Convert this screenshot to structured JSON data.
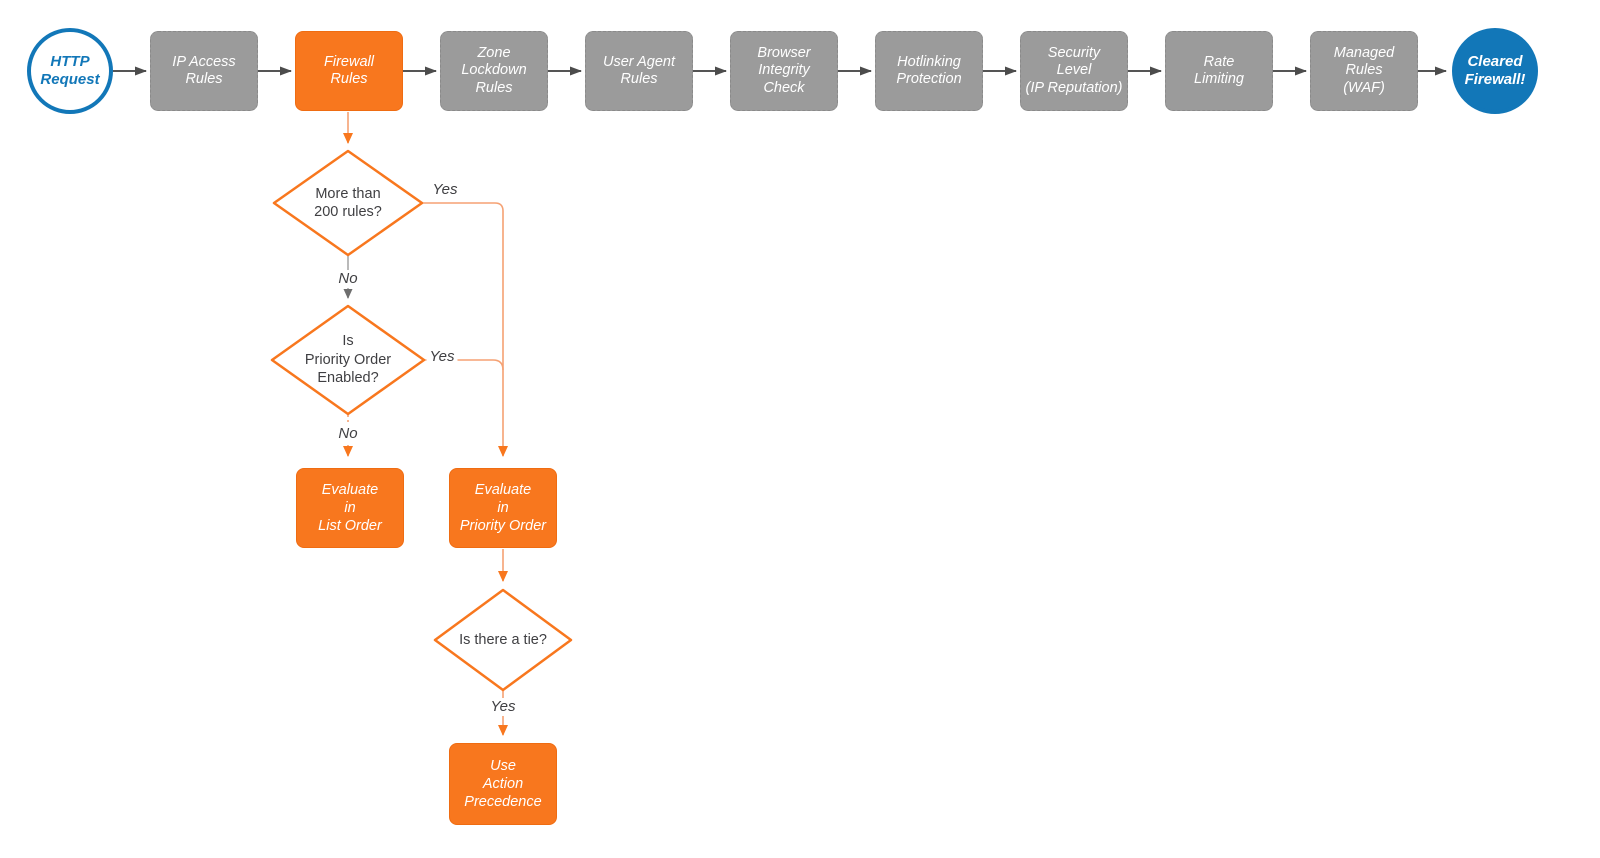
{
  "colors": {
    "accent_orange": "#F8771E",
    "orange_line": "#F5A173",
    "gray_node": "#9B9B9B",
    "blue": "#1277B8",
    "dark_connector": "#555555",
    "text_dark": "#3F3F42"
  },
  "start_node": {
    "label": "HTTP\nRequest"
  },
  "end_node": {
    "label": "Cleared\nFirewall!"
  },
  "pipeline": [
    {
      "label": "IP Access\nRules",
      "highlight": false
    },
    {
      "label": "Firewall\nRules",
      "highlight": true
    },
    {
      "label": "Zone\nLockdown\nRules",
      "highlight": false
    },
    {
      "label": "User Agent\nRules",
      "highlight": false
    },
    {
      "label": "Browser\nIntegrity\nCheck",
      "highlight": false
    },
    {
      "label": "Hotlinking\nProtection",
      "highlight": false
    },
    {
      "label": "Security\nLevel\n(IP Reputation)",
      "highlight": false
    },
    {
      "label": "Rate\nLimiting",
      "highlight": false
    },
    {
      "label": "Managed\nRules\n(WAF)",
      "highlight": false
    }
  ],
  "decisions": [
    {
      "label": "More than\n200 rules?"
    },
    {
      "label": "Is\nPriority Order\nEnabled?"
    },
    {
      "label": "Is there a tie?"
    }
  ],
  "actions": [
    {
      "label": "Evaluate\nin\nList Order"
    },
    {
      "label": "Evaluate\nin\nPriority Order"
    },
    {
      "label": "Use\nAction\nPrecedence"
    }
  ],
  "edges": {
    "d1_yes": "Yes",
    "d1_no": "No",
    "d2_yes": "Yes",
    "d2_no": "No",
    "d3_yes": "Yes"
  }
}
